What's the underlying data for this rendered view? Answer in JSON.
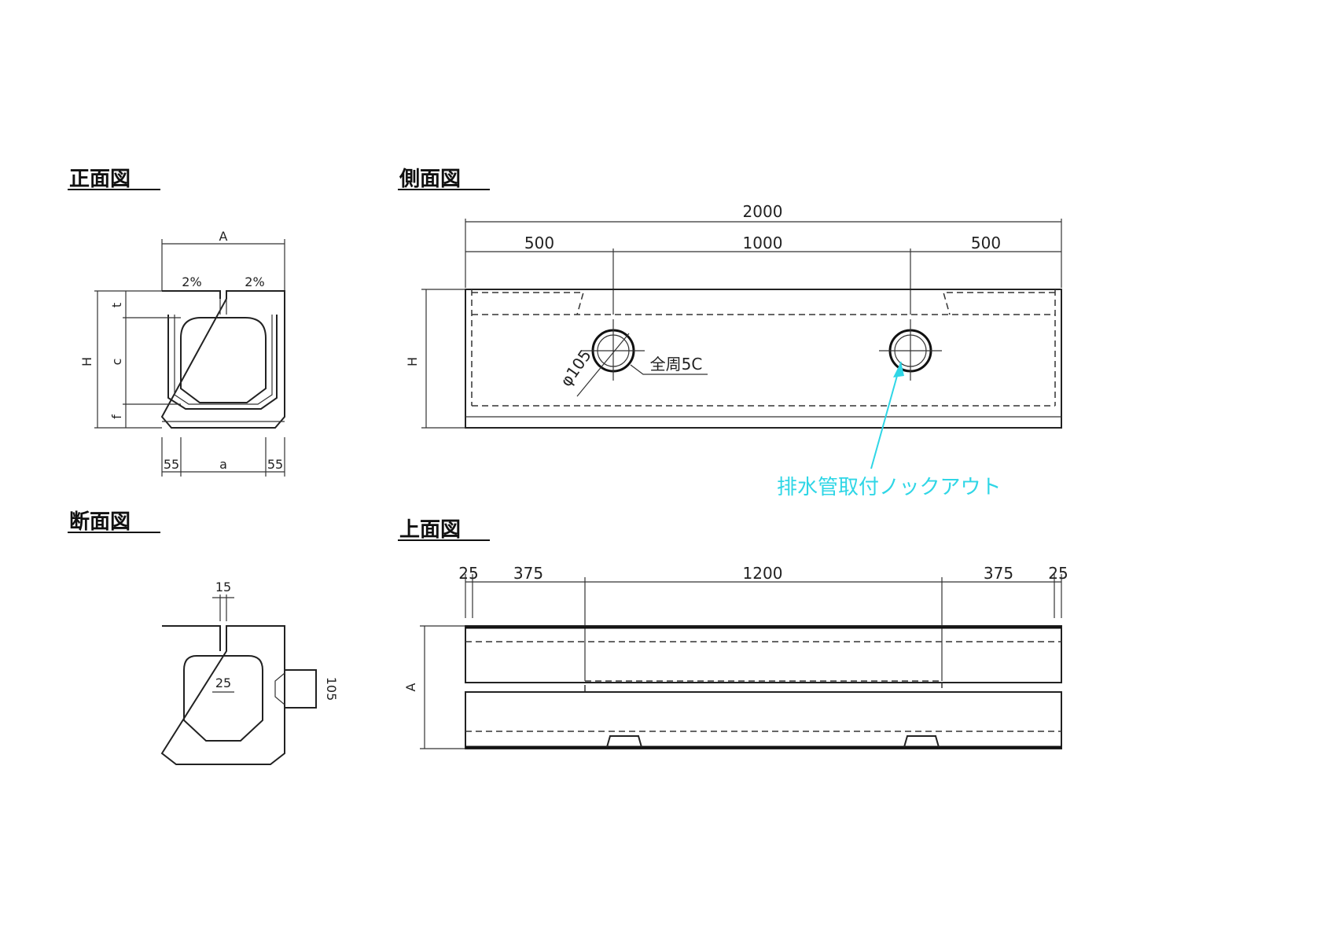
{
  "titles": {
    "front": "正面図",
    "side": "側面図",
    "section": "断面図",
    "top": "上面図"
  },
  "front_view": {
    "dim_A": "A",
    "slope_left": "2%",
    "slope_right": "2%",
    "dim_H": "H",
    "dim_t": "t",
    "dim_c": "c",
    "dim_f": "f",
    "dim_55_left": "55",
    "dim_a": "a",
    "dim_55_right": "55"
  },
  "side_view": {
    "dim_total": "2000",
    "dim_left": "500",
    "dim_middle": "1000",
    "dim_right": "500",
    "dim_H": "H",
    "pipe_dia": "φ105",
    "chamfer": "全周5C"
  },
  "annotation": {
    "knockout": "排水管取付ノックアウト",
    "color": "#2fd6e6"
  },
  "section_view": {
    "dim_15": "15",
    "dim_25": "25",
    "dim_105": "105"
  },
  "top_view": {
    "dim_25_left": "25",
    "dim_375_left": "375",
    "dim_1200": "1200",
    "dim_375_right": "375",
    "dim_25_right": "25",
    "dim_A": "A"
  }
}
